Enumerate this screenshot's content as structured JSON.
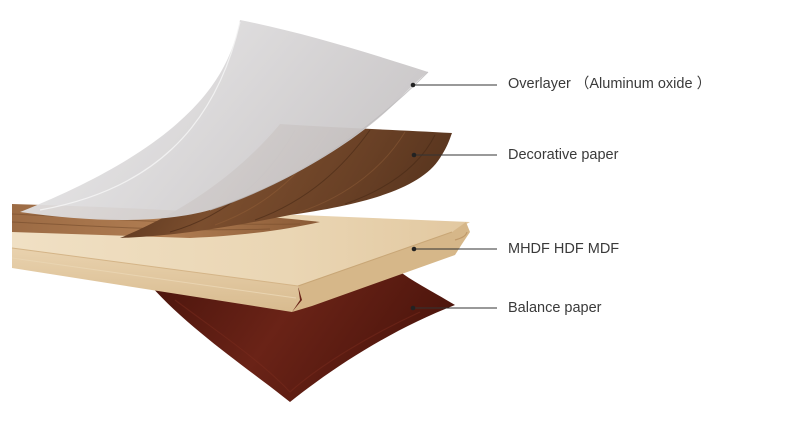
{
  "diagram": {
    "layers": [
      {
        "id": "overlayer",
        "label": "Overlayer （Aluminum oxide ）",
        "color": "#dcdadb"
      },
      {
        "id": "decorative",
        "label": "Decorative paper",
        "color": "#6e4529"
      },
      {
        "id": "core",
        "label": "MHDF HDF MDF",
        "color": "#e7cfa9"
      },
      {
        "id": "balance",
        "label": "Balance paper",
        "color": "#5a1a10"
      }
    ],
    "leader_color": "#333333"
  }
}
